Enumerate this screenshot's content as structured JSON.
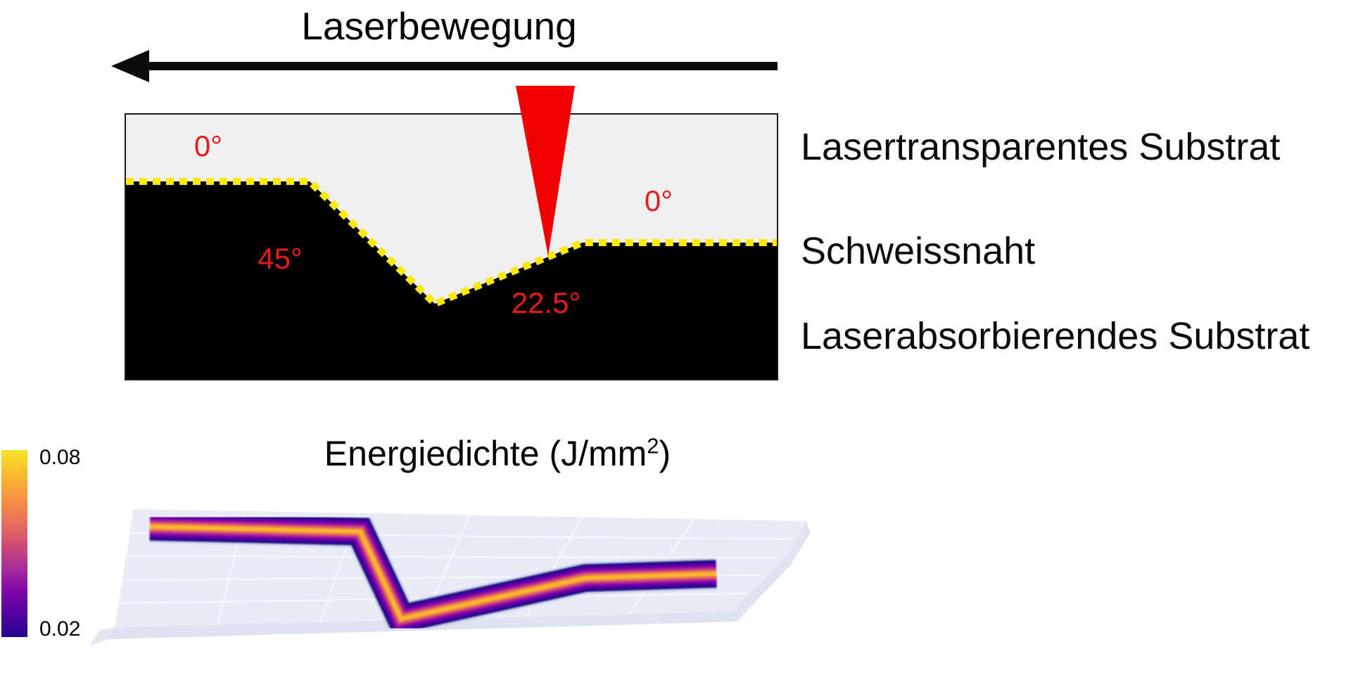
{
  "top": {
    "title": "Laserbewegung",
    "angles": [
      "0°",
      "45°",
      "22.5°",
      "0°"
    ],
    "labels": [
      "Lasertransparentes Substrat",
      "Schweissnaht",
      "Laserabsorbierendes Substrat"
    ],
    "colors": {
      "laser_red": "#f20000",
      "angle_label_red": "#e81b1b",
      "seam_yellow": "#ffe900",
      "transparent_substrate_gray": "#f0f0f0",
      "absorbing_substrate_black": "#000000"
    }
  },
  "energy": {
    "title_prefix": "Energiedichte (J/mm",
    "title_sup": "2",
    "title_suffix": ")",
    "colorbar_max": "0.08",
    "colorbar_min": "0.02",
    "chart_data": {
      "type": "heatmap",
      "title": "Energiedichte (J/mm²)",
      "colorbar": {
        "min": 0.02,
        "max": 0.08,
        "colormap": "plasma",
        "tick_labels": [
          "0.08",
          "0.02"
        ],
        "orientation": "vertical-left"
      },
      "geometry": "3D tilted surface with energy-density band along weld seam path",
      "path_segments": [
        {
          "name": "flat-left",
          "angle_deg": 0
        },
        {
          "name": "downslope",
          "angle_deg": 45
        },
        {
          "name": "upslope",
          "angle_deg": 22.5
        },
        {
          "name": "flat-right",
          "angle_deg": 0
        }
      ],
      "band_profile": "energy density peaks at band center (≈0.08, yellow) and falls to ≈0.02 (dark indigo) at band edges"
    }
  }
}
